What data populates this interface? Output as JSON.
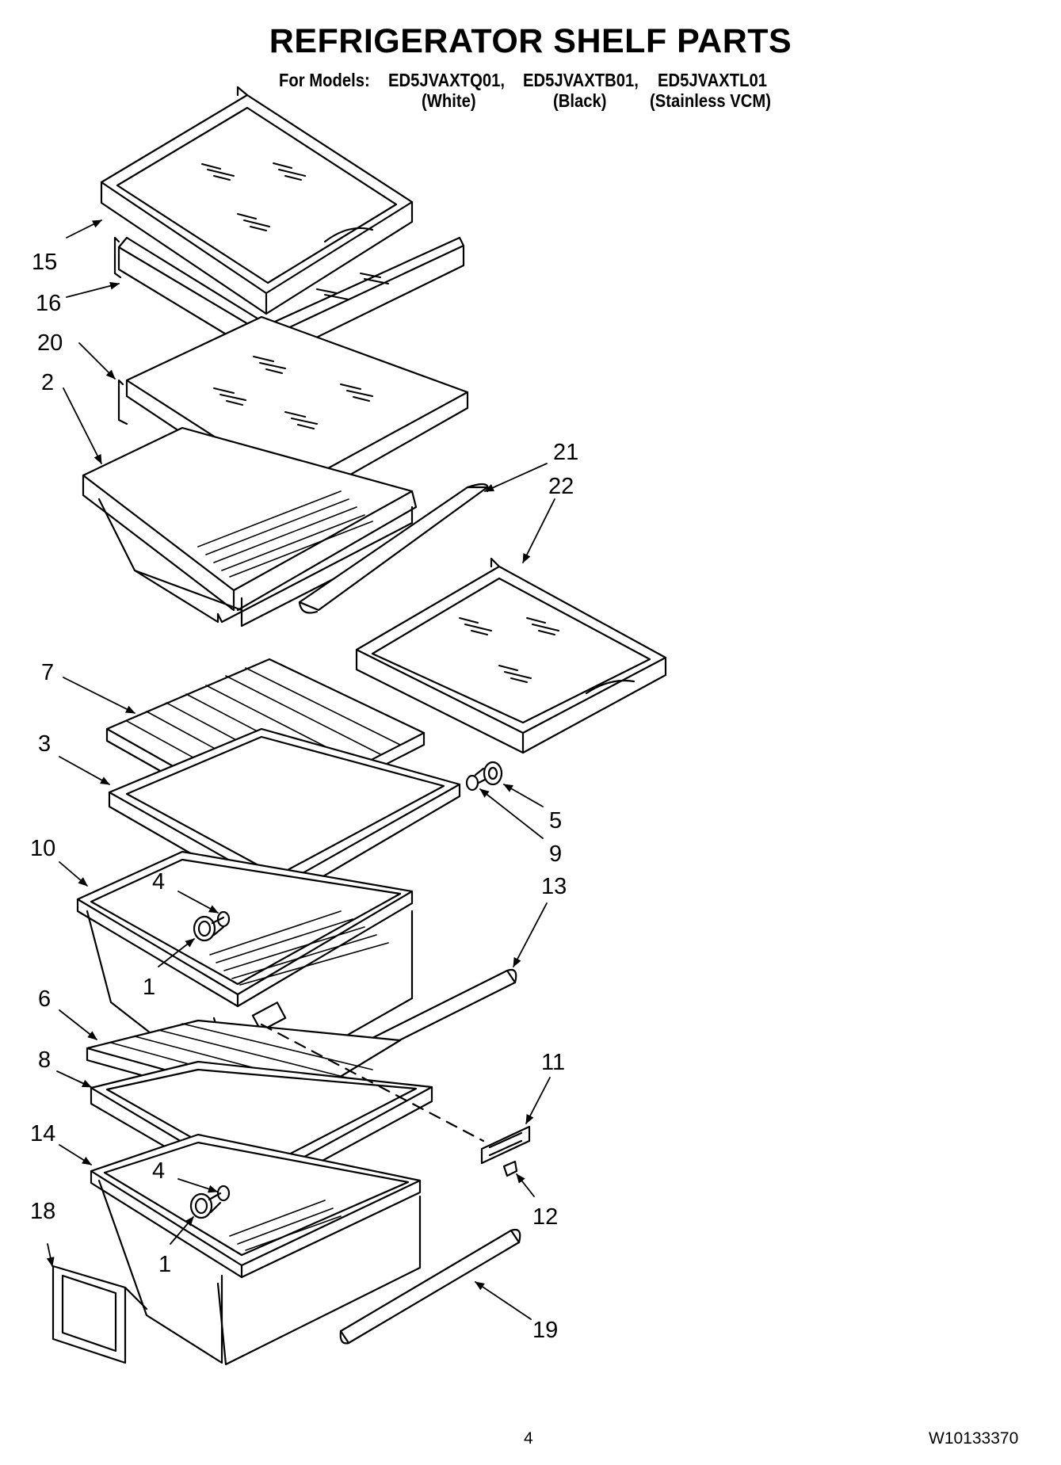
{
  "header": {
    "title": "REFRIGERATOR SHELF PARTS",
    "models_prefix": "For Models:",
    "models": [
      {
        "code": "ED5JVAXTQ01,",
        "variant": "(White)"
      },
      {
        "code": "ED5JVAXTB01,",
        "variant": "(Black)"
      },
      {
        "code": "ED5JVAXTL01",
        "variant": "(Stainless VCM)"
      }
    ]
  },
  "callouts": [
    "15",
    "16",
    "20",
    "2",
    "21",
    "22",
    "7",
    "3",
    "5",
    "9",
    "10",
    "4",
    "13",
    "1",
    "6",
    "8",
    "11",
    "14",
    "4",
    "12",
    "18",
    "1",
    "19"
  ],
  "footer": {
    "page_number": "4",
    "doc_number": "W10133370"
  }
}
